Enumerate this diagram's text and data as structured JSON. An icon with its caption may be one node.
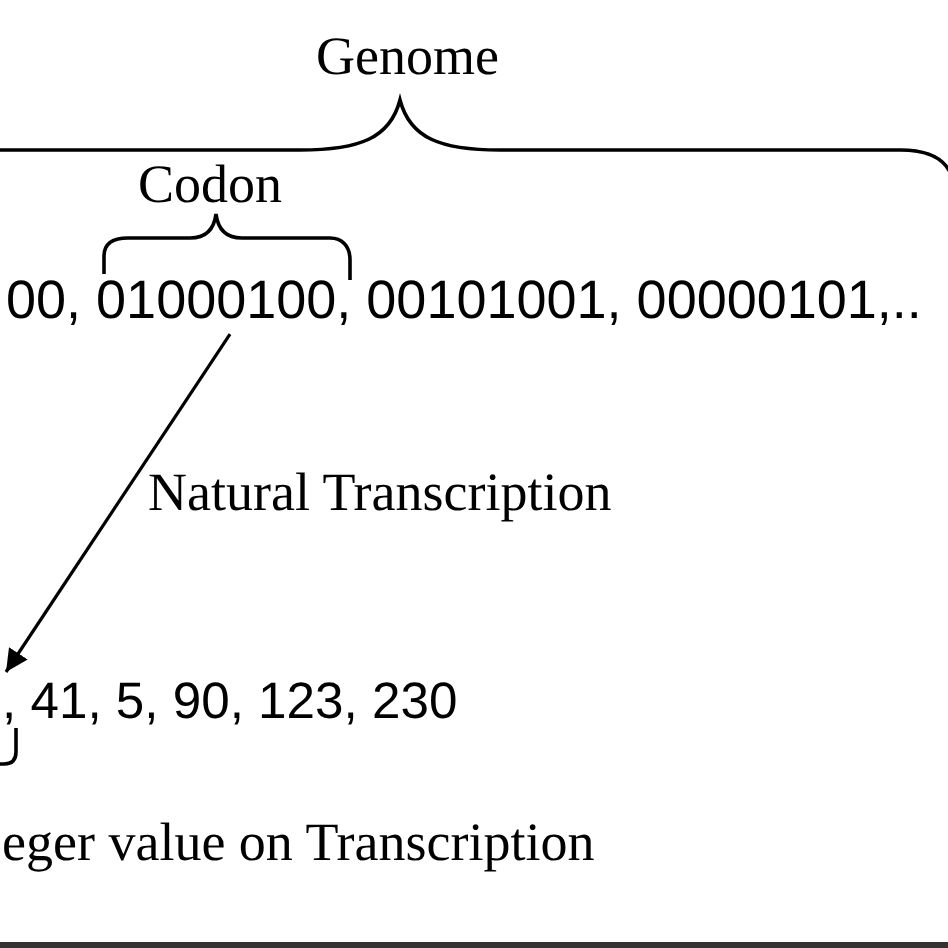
{
  "diagram": {
    "nodes": [
      {
        "text": [
          "00, 01000100, 00101001, 00000101,.."
        ]
      },
      {
        "text": [
          ", 41, 5, 90, 123, 230"
        ]
      }
    ],
    "edges": [
      {
        "from": 0,
        "to": 1,
        "arrow": "to",
        "label": "Natural Transcription"
      }
    ],
    "labels": [
      "Genome",
      "Codon",
      "eger value on Transcription"
    ]
  }
}
